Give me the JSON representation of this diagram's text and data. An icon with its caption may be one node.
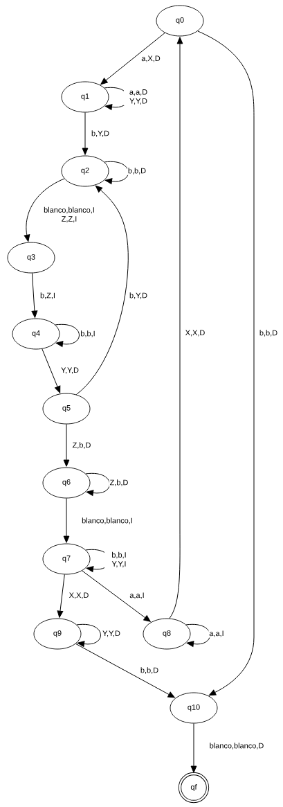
{
  "diagram": {
    "nodes": [
      {
        "text": [
          "q0"
        ]
      },
      {
        "text": [
          "q1"
        ]
      },
      {
        "text": [
          "q2"
        ]
      },
      {
        "text": [
          "q3"
        ]
      },
      {
        "text": [
          "q4"
        ]
      },
      {
        "text": [
          "q5"
        ]
      },
      {
        "text": [
          "q6"
        ]
      },
      {
        "text": [
          "q7"
        ]
      },
      {
        "text": [
          "q9"
        ]
      },
      {
        "text": [
          "q8"
        ]
      },
      {
        "text": [
          "q10"
        ]
      },
      {
        "text": [
          "qf"
        ]
      }
    ],
    "edges": [
      {
        "from": 0,
        "to": 1,
        "arrow": "to",
        "label": "a,X,D"
      },
      {
        "from": 1,
        "to": 1,
        "arrow": "to",
        "label": "a,a,D Y,Y,D"
      },
      {
        "from": 1,
        "to": 2,
        "arrow": "to",
        "label": "b,Y,D"
      },
      {
        "from": 2,
        "to": 2,
        "arrow": "to",
        "label": "b,b,D"
      },
      {
        "from": 2,
        "to": 3,
        "arrow": "to",
        "label": "blanco,blanco,I Z,Z,I"
      },
      {
        "from": 3,
        "to": 4,
        "arrow": "to",
        "label": "b,Z,I"
      },
      {
        "from": 4,
        "to": 4,
        "arrow": "to",
        "label": "b,b,I"
      },
      {
        "from": 4,
        "to": 5,
        "arrow": "to",
        "label": "Y,Y,D"
      },
      {
        "from": 5,
        "to": 2,
        "arrow": "to",
        "label": "b,Y,D"
      },
      {
        "from": 5,
        "to": 6,
        "arrow": "to",
        "label": "Z,b,D"
      },
      {
        "from": 6,
        "to": 6,
        "arrow": "to",
        "label": "Z,b,D"
      },
      {
        "from": 6,
        "to": 7,
        "arrow": "to",
        "label": "blanco,blanco,I"
      },
      {
        "from": 7,
        "to": 7,
        "arrow": "to",
        "label": "b,b,I Y,Y,I"
      },
      {
        "from": 7,
        "to": 8,
        "arrow": "to",
        "label": "X,X,D"
      },
      {
        "from": 7,
        "to": 9,
        "arrow": "to",
        "label": "a,a,I"
      },
      {
        "from": 8,
        "to": 8,
        "arrow": "to",
        "label": "Y,Y,D"
      },
      {
        "from": 9,
        "to": 9,
        "arrow": "to",
        "label": "a,a,I"
      },
      {
        "from": 9,
        "to": 0,
        "arrow": "to",
        "label": "X,X,D"
      },
      {
        "from": 8,
        "to": 10,
        "arrow": "to",
        "label": "b,b,D"
      },
      {
        "from": 0,
        "to": 10,
        "arrow": "to",
        "label": "b,b,D"
      },
      {
        "from": 10,
        "to": 11,
        "arrow": "to",
        "label": "blanco,blanco,D"
      }
    ]
  }
}
